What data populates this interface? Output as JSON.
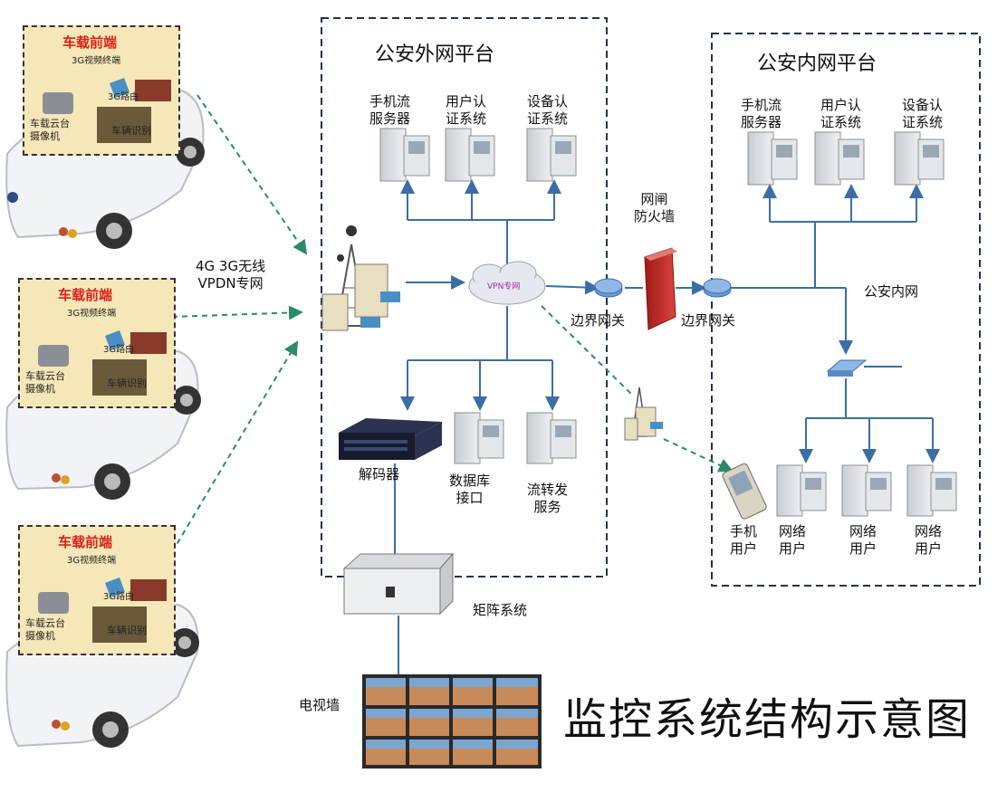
{
  "diagram_title": "监控系统结构示意图",
  "external_platform": {
    "title": "公安外网平台",
    "top_servers": [
      "手机流\n服务器",
      "用户认\n证系统",
      "设备认\n证系统"
    ],
    "cloud_label": "VPN专网",
    "bottom_nodes": [
      "解码器",
      "数据库\n接口",
      "流转发\n服务"
    ]
  },
  "internal_platform": {
    "title": "公安内网平台",
    "top_servers": [
      "手机流\n服务器",
      "用户认\n证系统",
      "设备认\n证系统"
    ],
    "network_label": "公安内网",
    "users": [
      "手机\n用户",
      "网络\n用户",
      "网络\n用户",
      "网络\n用户"
    ]
  },
  "wireless_label": "4G 3G无线\nVPDN专网",
  "firewall_label": "网闸\n防火墙",
  "gateway_left": "边界网关",
  "gateway_right": "边界网关",
  "matrix_label": "矩阵系统",
  "tv_wall_label": "电视墙",
  "vehicle": {
    "tag": "车载前端",
    "sub": "3G视频终端",
    "label_left": "车载云台\n摄像机",
    "label_right": "车辆识别",
    "label_mid": "3G路由"
  },
  "colors": {
    "dashed_link": "#2a8a6a",
    "solid_link": "#3a6ea5",
    "car_label": "#d8221a",
    "car_panel": "#f5e7b8"
  }
}
